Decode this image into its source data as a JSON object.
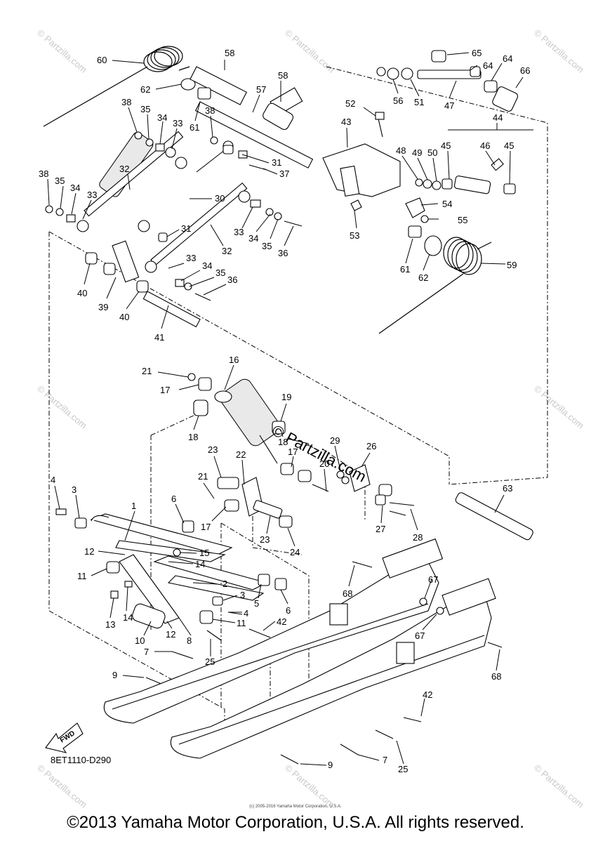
{
  "diagram": {
    "code": "8ET1110-D290",
    "fwd_label": "FWD",
    "copyright": "©2013 Yamaha Motor Corporation, U.S.A. All rights reserved.",
    "small_notice": "(c) 2005-2016 Yamaha Motor Corporation, U.S.A.",
    "center_watermark": "© Partzilla.com",
    "edge_watermark": "© Partzilla.com"
  },
  "callouts": [
    {
      "id": "60",
      "label": "60"
    },
    {
      "id": "58a",
      "label": "58"
    },
    {
      "id": "58b",
      "label": "58"
    },
    {
      "id": "57",
      "label": "57"
    },
    {
      "id": "62a",
      "label": "62"
    },
    {
      "id": "61a",
      "label": "61"
    },
    {
      "id": "38a",
      "label": "38"
    },
    {
      "id": "35a",
      "label": "35"
    },
    {
      "id": "34a",
      "label": "34"
    },
    {
      "id": "33a",
      "label": "33"
    },
    {
      "id": "38b",
      "label": "38"
    },
    {
      "id": "32a",
      "label": "32"
    },
    {
      "id": "38c",
      "label": "38"
    },
    {
      "id": "35b",
      "label": "35"
    },
    {
      "id": "34b",
      "label": "34"
    },
    {
      "id": "33b",
      "label": "33"
    },
    {
      "id": "30",
      "label": "30"
    },
    {
      "id": "31a",
      "label": "31"
    },
    {
      "id": "31b",
      "label": "31"
    },
    {
      "id": "37",
      "label": "37"
    },
    {
      "id": "33c",
      "label": "33"
    },
    {
      "id": "34c",
      "label": "34"
    },
    {
      "id": "35c",
      "label": "35"
    },
    {
      "id": "36a",
      "label": "36"
    },
    {
      "id": "32b",
      "label": "32"
    },
    {
      "id": "33d",
      "label": "33"
    },
    {
      "id": "34d",
      "label": "34"
    },
    {
      "id": "35d",
      "label": "35"
    },
    {
      "id": "36b",
      "label": "36"
    },
    {
      "id": "40a",
      "label": "40"
    },
    {
      "id": "39",
      "label": "39"
    },
    {
      "id": "40b",
      "label": "40"
    },
    {
      "id": "41",
      "label": "41"
    },
    {
      "id": "65",
      "label": "65"
    },
    {
      "id": "64a",
      "label": "64"
    },
    {
      "id": "64b",
      "label": "64"
    },
    {
      "id": "66",
      "label": "66"
    },
    {
      "id": "56",
      "label": "56"
    },
    {
      "id": "51",
      "label": "51"
    },
    {
      "id": "47",
      "label": "47"
    },
    {
      "id": "52",
      "label": "52"
    },
    {
      "id": "43",
      "label": "43"
    },
    {
      "id": "44",
      "label": "44"
    },
    {
      "id": "48",
      "label": "48"
    },
    {
      "id": "49",
      "label": "49"
    },
    {
      "id": "50",
      "label": "50"
    },
    {
      "id": "45a",
      "label": "45"
    },
    {
      "id": "46",
      "label": "46"
    },
    {
      "id": "45b",
      "label": "45"
    },
    {
      "id": "54",
      "label": "54"
    },
    {
      "id": "55",
      "label": "55"
    },
    {
      "id": "53",
      "label": "53"
    },
    {
      "id": "61b",
      "label": "61"
    },
    {
      "id": "62b",
      "label": "62"
    },
    {
      "id": "59",
      "label": "59"
    },
    {
      "id": "21a",
      "label": "21"
    },
    {
      "id": "16",
      "label": "16"
    },
    {
      "id": "17a",
      "label": "17"
    },
    {
      "id": "18a",
      "label": "18"
    },
    {
      "id": "19",
      "label": "19"
    },
    {
      "id": "18b",
      "label": "18"
    },
    {
      "id": "29",
      "label": "29"
    },
    {
      "id": "26",
      "label": "26"
    },
    {
      "id": "23a",
      "label": "23"
    },
    {
      "id": "22",
      "label": "22"
    },
    {
      "id": "17b",
      "label": "17"
    },
    {
      "id": "20",
      "label": "20"
    },
    {
      "id": "21b",
      "label": "21"
    },
    {
      "id": "17c",
      "label": "17"
    },
    {
      "id": "23b",
      "label": "23"
    },
    {
      "id": "24",
      "label": "24"
    },
    {
      "id": "27",
      "label": "27"
    },
    {
      "id": "28",
      "label": "28"
    },
    {
      "id": "63",
      "label": "63"
    },
    {
      "id": "4a",
      "label": "4"
    },
    {
      "id": "3a",
      "label": "3"
    },
    {
      "id": "1",
      "label": "1"
    },
    {
      "id": "6a",
      "label": "6"
    },
    {
      "id": "12a",
      "label": "12"
    },
    {
      "id": "15",
      "label": "15"
    },
    {
      "id": "14a",
      "label": "14"
    },
    {
      "id": "11a",
      "label": "11"
    },
    {
      "id": "2",
      "label": "2"
    },
    {
      "id": "3b",
      "label": "3"
    },
    {
      "id": "5",
      "label": "5"
    },
    {
      "id": "6b",
      "label": "6"
    },
    {
      "id": "4b",
      "label": "4"
    },
    {
      "id": "13",
      "label": "13"
    },
    {
      "id": "14b",
      "label": "14"
    },
    {
      "id": "11b",
      "label": "11"
    },
    {
      "id": "42a",
      "label": "42"
    },
    {
      "id": "10",
      "label": "10"
    },
    {
      "id": "12b",
      "label": "12"
    },
    {
      "id": "8",
      "label": "8"
    },
    {
      "id": "7a",
      "label": "7"
    },
    {
      "id": "25a",
      "label": "25"
    },
    {
      "id": "68a",
      "label": "68"
    },
    {
      "id": "67a",
      "label": "67"
    },
    {
      "id": "67b",
      "label": "67"
    },
    {
      "id": "68b",
      "label": "68"
    },
    {
      "id": "9a",
      "label": "9"
    },
    {
      "id": "42b",
      "label": "42"
    },
    {
      "id": "7b",
      "label": "7"
    },
    {
      "id": "25b",
      "label": "25"
    },
    {
      "id": "9b",
      "label": "9"
    }
  ]
}
